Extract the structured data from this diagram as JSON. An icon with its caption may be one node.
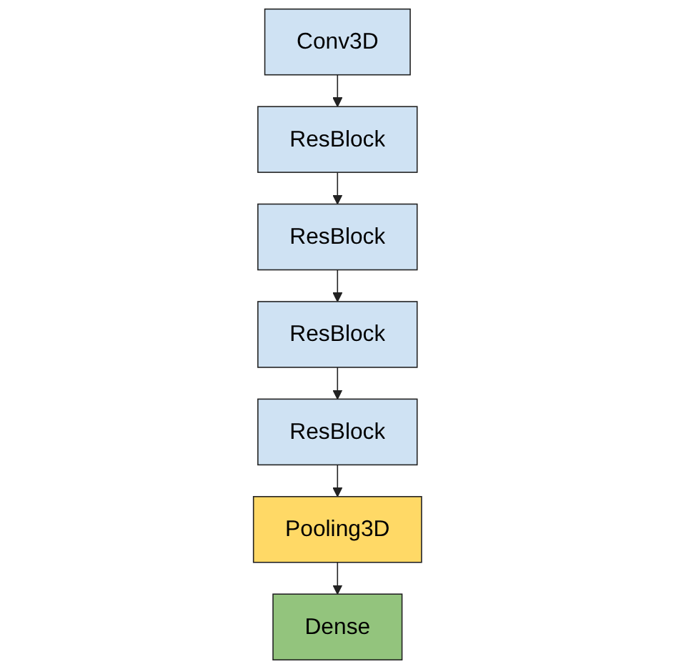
{
  "diagram": {
    "nodes": [
      {
        "text": [
          "Conv3D"
        ]
      },
      {
        "text": [
          "ResBlock"
        ]
      },
      {
        "text": [
          "ResBlock"
        ]
      },
      {
        "text": [
          "ResBlock"
        ]
      },
      {
        "text": [
          "ResBlock"
        ]
      },
      {
        "text": [
          "Pooling3D"
        ]
      },
      {
        "text": [
          "Dense"
        ]
      }
    ],
    "edges": [
      {
        "from": 0,
        "to": 1,
        "arrow": "to"
      },
      {
        "from": 1,
        "to": 2,
        "arrow": "to"
      },
      {
        "from": 2,
        "to": 3,
        "arrow": "to"
      },
      {
        "from": 3,
        "to": 4,
        "arrow": "to"
      },
      {
        "from": 4,
        "to": 5,
        "arrow": "to"
      },
      {
        "from": 5,
        "to": 6,
        "arrow": "to"
      }
    ]
  }
}
